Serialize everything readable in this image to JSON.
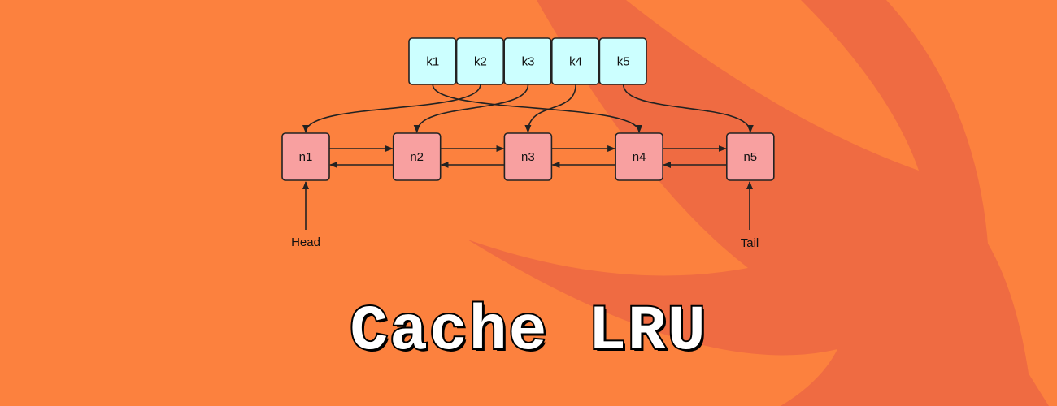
{
  "colors": {
    "background": "#fc813e",
    "swift_mark": "#ef6b42",
    "key_fill": "#ccffff",
    "node_fill": "#f8a0a0",
    "stroke": "#222222",
    "title_fill": "#ffffff",
    "title_outline": "#000000"
  },
  "background_icon": "swift-logo-icon",
  "keys": [
    "k1",
    "k2",
    "k3",
    "k4",
    "k5"
  ],
  "nodes": [
    "n1",
    "n2",
    "n3",
    "n4",
    "n5"
  ],
  "key_to_node": [
    {
      "key": "k1",
      "node": "n4"
    },
    {
      "key": "k2",
      "node": "n1"
    },
    {
      "key": "k3",
      "node": "n2"
    },
    {
      "key": "k4",
      "node": "n3"
    },
    {
      "key": "k5",
      "node": "n5"
    }
  ],
  "pointers": {
    "head": "Head",
    "tail": "Tail"
  },
  "title": "Cache LRU"
}
